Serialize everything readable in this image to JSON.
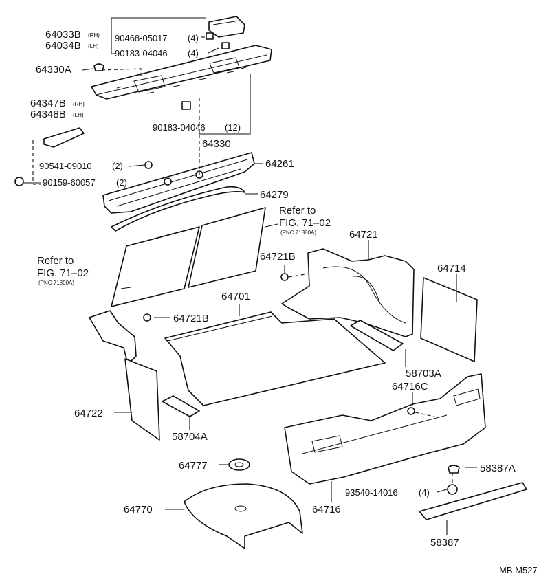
{
  "labels": {
    "p64033b": "64033B",
    "rh1": "(RH)",
    "p64034b": "64034B",
    "lh1": "(LH)",
    "p90468": "90468-05017",
    "q90468": "(4)",
    "p90183a": "90183-04046",
    "q90183a": "(4)",
    "p64330a": "64330A",
    "p64347b": "64347B",
    "rh2": "(RH)",
    "p64348b": "64348B",
    "lh2": "(LH)",
    "p90183b": "90183-04046",
    "q90183b": "(12)",
    "p64330": "64330",
    "p90541": "90541-09010",
    "q90541": "(2)",
    "p90159": "90159-60057",
    "q90159": "(2)",
    "p64261": "64261",
    "p64279": "64279",
    "ref1_line1": "Refer to",
    "ref1_line2": "FIG. 71–02",
    "ref1_pnc": "(PNC 71880A)",
    "ref2_line1": "Refer to",
    "ref2_line2": "FIG. 71–02",
    "ref2_pnc": "(PNC 71890A)",
    "p64721": "64721",
    "p64721b_1": "64721B",
    "p64714": "64714",
    "p64701": "64701",
    "p64721b_2": "64721B",
    "p58703a": "58703A",
    "p64716c": "64716C",
    "p64722": "64722",
    "p58704a": "58704A",
    "p64777": "64777",
    "p58387a": "58387A",
    "p93540": "93540-14016",
    "q93540": "(4)",
    "p64770": "64770",
    "p64716": "64716",
    "p58387": "58387",
    "code": "MB M527"
  }
}
